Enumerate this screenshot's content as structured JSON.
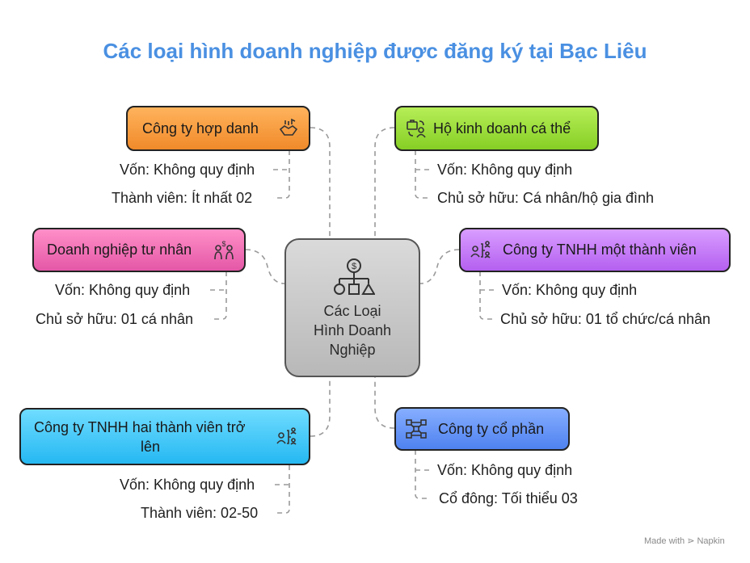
{
  "title": "Các loại hình doanh nghiệp được đăng ký tại Bạc Liêu",
  "center": {
    "line1": "Các Loại",
    "line2": "Hình Doanh",
    "line3": "Nghiệp",
    "icon": "org-chart-dollar-icon"
  },
  "nodes": {
    "hop_danh": {
      "label": "Công ty hợp danh",
      "icon": "handshake-icon",
      "color": "#f39133",
      "details": [
        "Vốn: Không quy định",
        "Thành viên: Ít nhất 02"
      ]
    },
    "ho_kinh_doanh": {
      "label": "Hộ kinh doanh cá thể",
      "icon": "briefcase-person-icon",
      "color": "#96da3a",
      "details": [
        "Vốn: Không quy định",
        "Chủ sở hữu: Cá nhân/hộ gia đình"
      ]
    },
    "tu_nhan": {
      "label": "Doanh nghiệp tư nhân",
      "icon": "people-money-icon",
      "color": "#ee6cb5",
      "details": [
        "Vốn: Không quy định",
        "Chủ sở hữu: 01 cá nhân"
      ]
    },
    "tnhh_1": {
      "label": "Công ty TNHH một thành viên",
      "icon": "org-person-icon",
      "color": "#c37cf6",
      "details": [
        "Vốn: Không quy định",
        "Chủ sở hữu: 01 tổ chức/cá nhân"
      ]
    },
    "tnhh_2": {
      "label_line1": "Công ty TNHH hai thành viên trở",
      "label_line2": "lên",
      "icon": "org-person-icon",
      "color": "#3dc7f7",
      "details": [
        "Vốn: Không quy định",
        "Thành viên: 02-50"
      ]
    },
    "co_phan": {
      "label": "Công ty cổ phần",
      "icon": "network-nodes-icon",
      "color": "#6495f5",
      "details": [
        "Vốn: Không quy định",
        "Cổ đông: Tối thiểu 03"
      ]
    }
  },
  "watermark": "Made with ⋗ Napkin"
}
